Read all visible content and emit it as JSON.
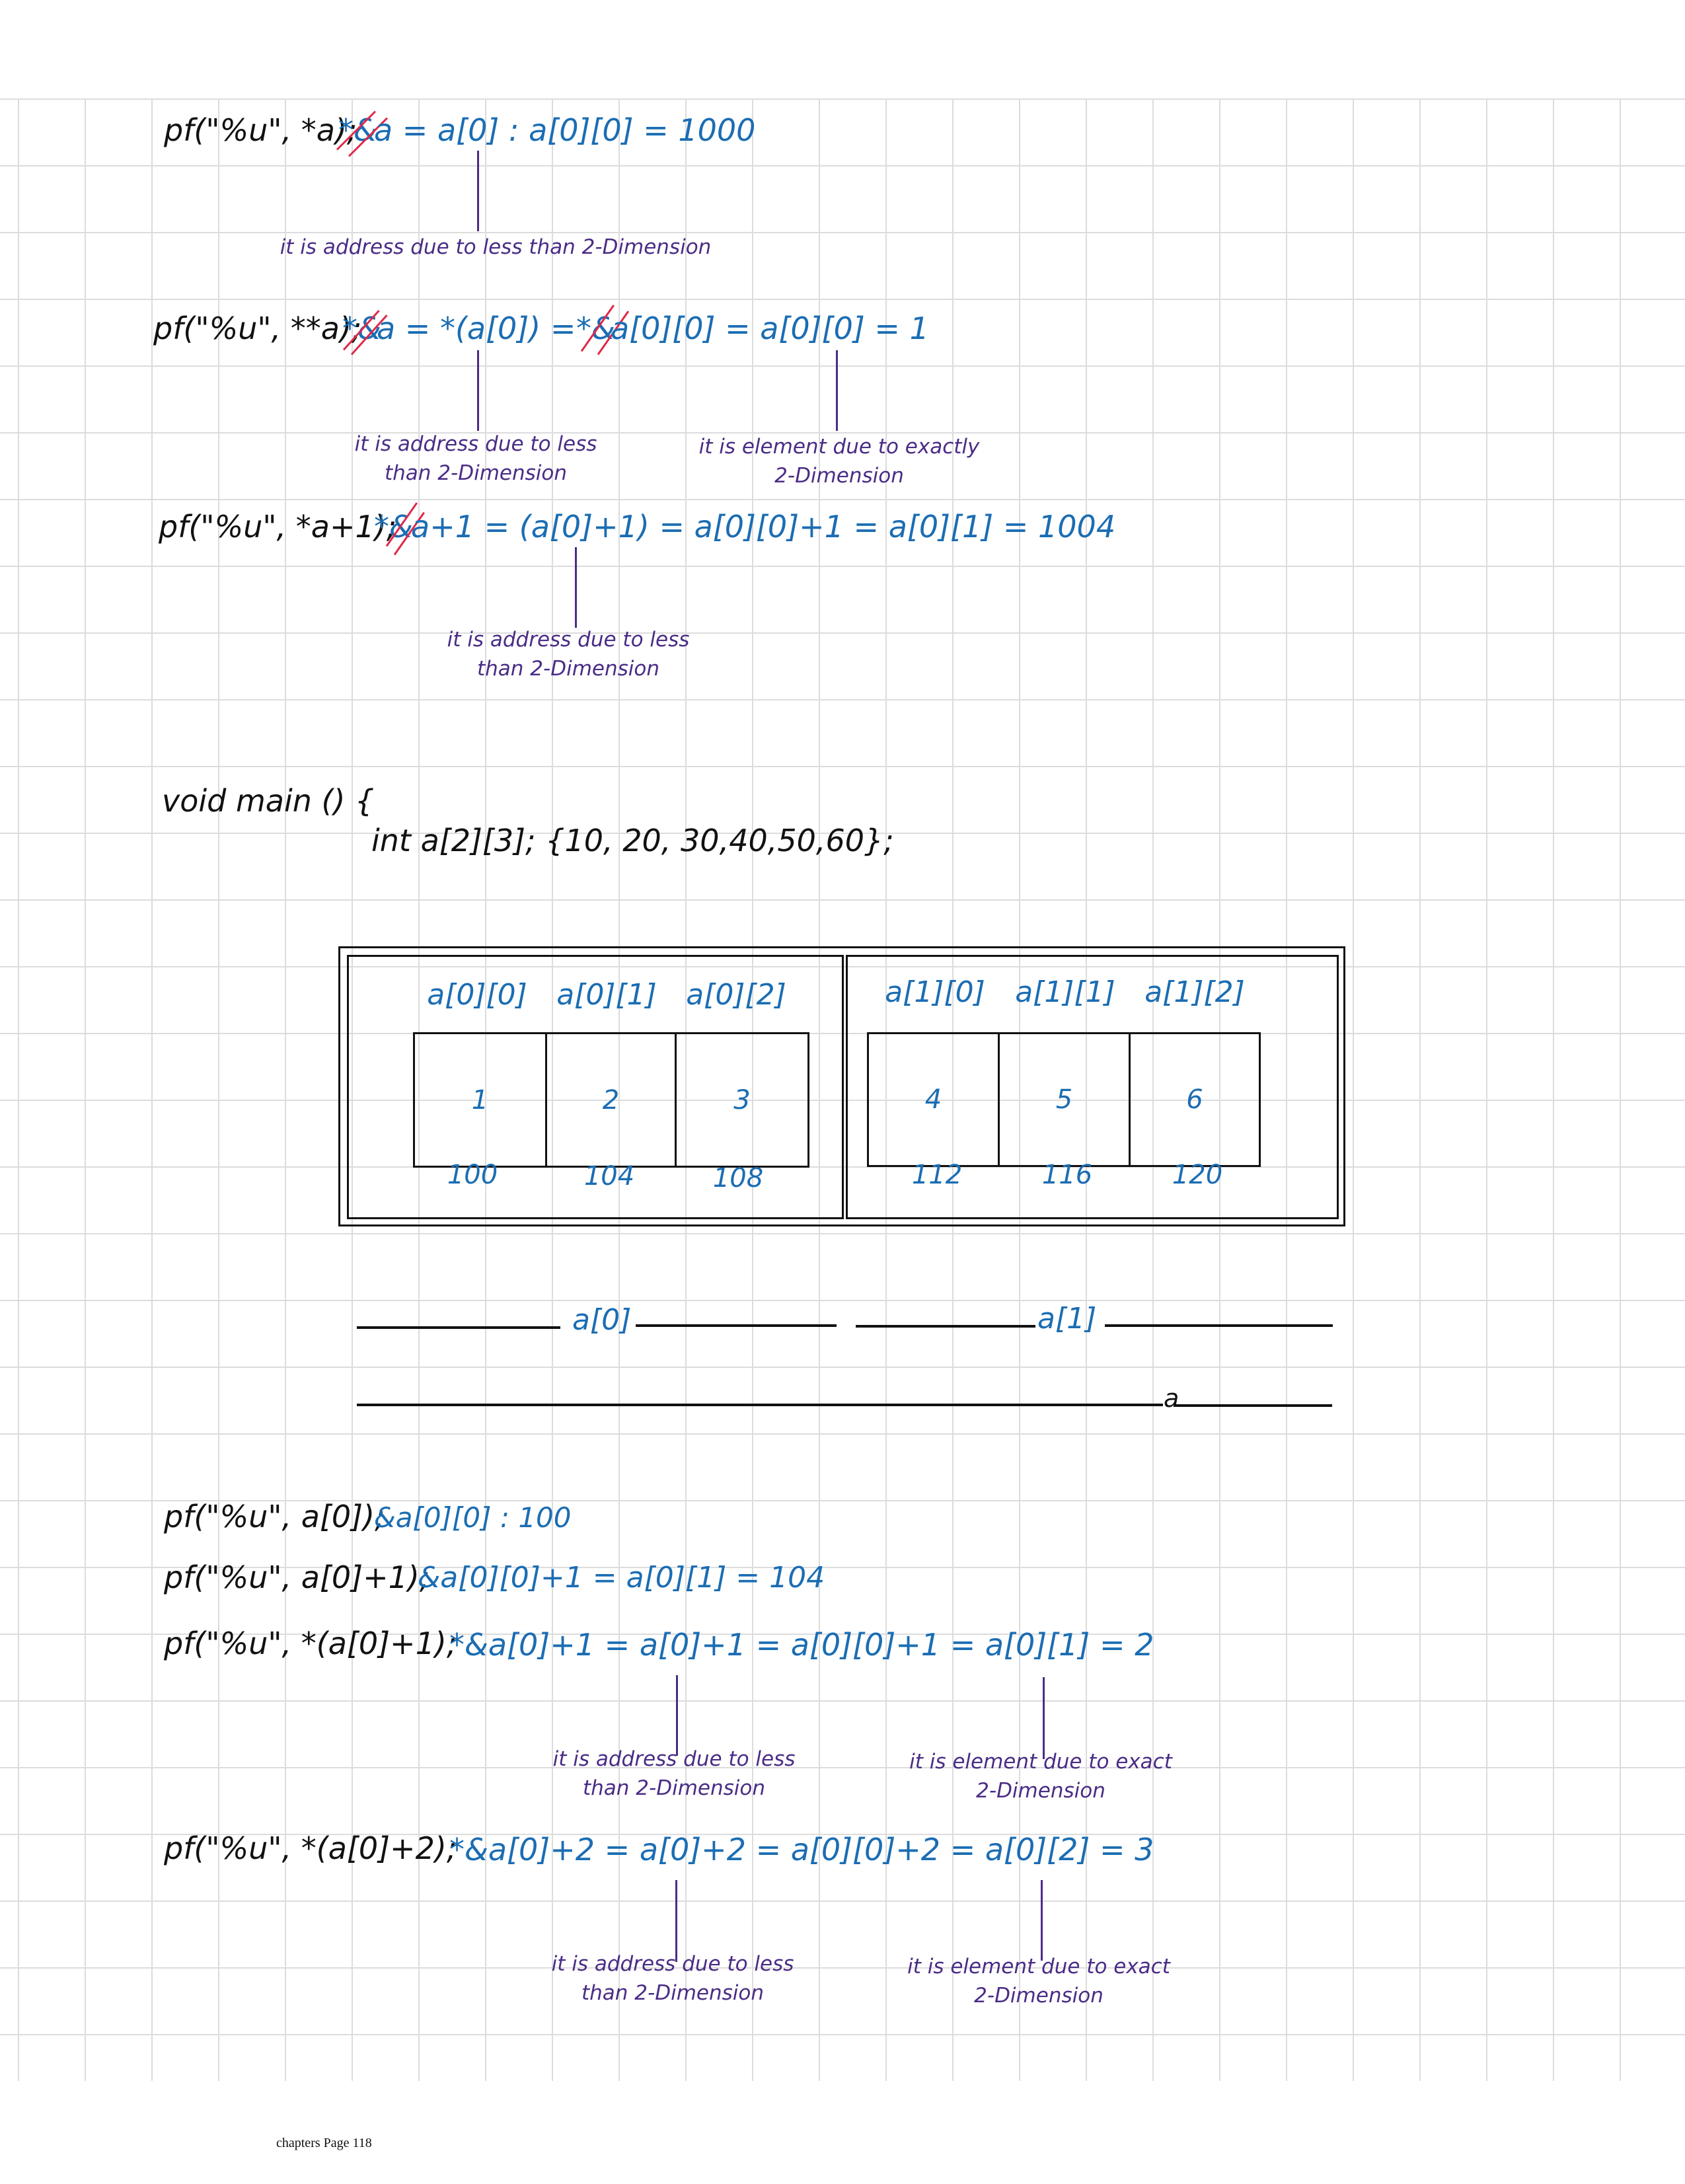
{
  "section1": {
    "lines": [
      {
        "code": "pf(\"%u\", *a);",
        "struck": "*&",
        "result": "a = a[0] : a[0][0] = 1000",
        "notes": [
          {
            "text": [
              "it is address due to less than 2-Dimension"
            ]
          }
        ]
      },
      {
        "code": "pf(\"%u\", **a);",
        "struck": "*&",
        "result_a": "a = *(a[0]) = ",
        "struck_b": "*&",
        "result_b": "a[0][0] = a[0][0] = 1",
        "notes": [
          {
            "text": [
              "it is address due to less",
              "than 2-Dimension"
            ]
          },
          {
            "text": [
              "it is element due to exactly",
              "2-Dimension"
            ]
          }
        ]
      },
      {
        "code": "pf(\"%u\", *a+1);",
        "struck": "*&",
        "result": "a+1 = (a[0]+1) = a[0][0]+1 = a[0][1] = 1004",
        "notes": [
          {
            "text": [
              "it is address due to less",
              "than 2-Dimension"
            ]
          }
        ]
      }
    ]
  },
  "program": {
    "signature": "void main () {",
    "declaration": "int a[2][3]; {10, 20, 30,40,50,60};"
  },
  "memory_diagram": {
    "rows": [
      {
        "label": "a[0]",
        "cells": [
          {
            "name": "a[0][0]",
            "value": "1",
            "address": "100"
          },
          {
            "name": "a[0][1]",
            "value": "2",
            "address": "104"
          },
          {
            "name": "a[0][2]",
            "value": "3",
            "address": "108"
          }
        ]
      },
      {
        "label": "a[1]",
        "cells": [
          {
            "name": "a[1][0]",
            "value": "4",
            "address": "112"
          },
          {
            "name": "a[1][1]",
            "value": "5",
            "address": "116"
          },
          {
            "name": "a[1][2]",
            "value": "6",
            "address": "120"
          }
        ]
      }
    ],
    "whole_label": "a"
  },
  "section2": {
    "lines": [
      {
        "code": "pf(\"%u\", a[0]);",
        "result": "&a[0][0] : 100"
      },
      {
        "code": "pf(\"%u\", a[0]+1);",
        "result": "&a[0][0]+1 = a[0][1] = 104"
      },
      {
        "code": "pf(\"%u\", *(a[0]+1);",
        "result": "*&a[0]+1 = a[0]+1 = a[0][0]+1 = a[0][1] = 2",
        "notes": [
          {
            "text": [
              "it is address due to less",
              "than 2-Dimension"
            ]
          },
          {
            "text": [
              "it is element due to exact",
              "2-Dimension"
            ]
          }
        ]
      },
      {
        "code": "pf(\"%u\", *(a[0]+2);",
        "result": "*&a[0]+2 = a[0]+2 = a[0][0]+2 = a[0][2] = 3",
        "notes": [
          {
            "text": [
              "it is address due to less",
              "than 2-Dimension"
            ]
          },
          {
            "text": [
              "it is element due to exact",
              "2-Dimension"
            ]
          }
        ]
      }
    ]
  },
  "footer": {
    "text": "chapters Page 118"
  },
  "colors": {
    "code": "#111111",
    "answer_blue": "#1b6db3",
    "annotation_purple": "#4a2c86",
    "strike_red": "#e0284a",
    "grid": "#dcdcdc"
  }
}
